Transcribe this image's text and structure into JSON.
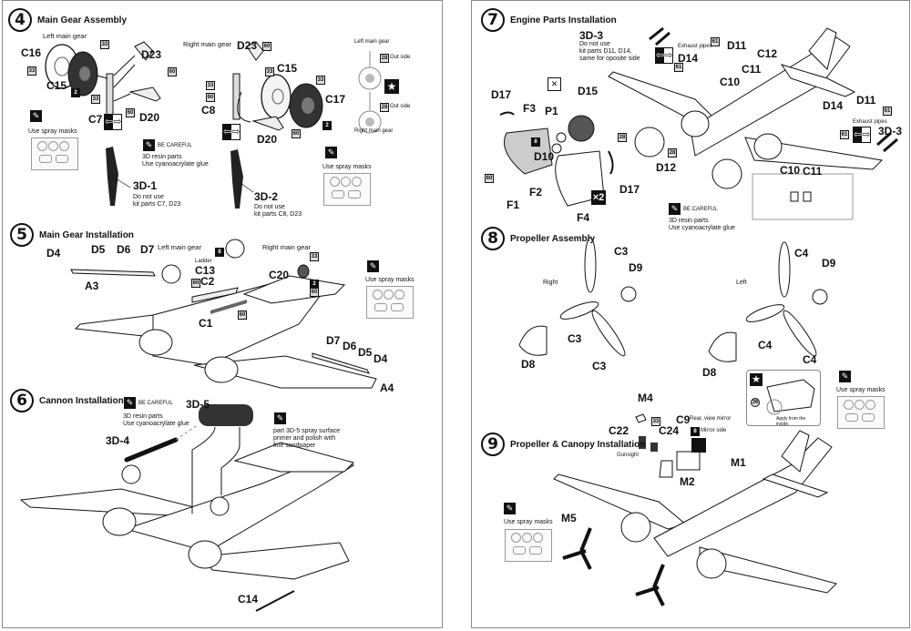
{
  "left_page": {
    "step4": {
      "number": "4",
      "title": "Main Gear Assembly",
      "left_gear_label": "Left main gear",
      "right_gear_label": "Right main gear",
      "parts_left": {
        "c16": "C16",
        "c15": "C15",
        "c7": "C7",
        "d23": "D23",
        "d20": "D20"
      },
      "parts_right": {
        "d23": "D23",
        "c15": "C15",
        "c17": "C17",
        "c8": "C8",
        "d20": "D20"
      },
      "color_codes": {
        "c33": "33",
        "c2": "2",
        "c60": "60",
        "c28": "28"
      },
      "spray_masks_label": "Use spray masks",
      "be_careful_label": "BE CAREFUL",
      "resin_note_line1": "3D resin parts",
      "resin_note_line2": "Use cyanoacrylate glue",
      "part_3d1": {
        "id": "3D-1",
        "line1": "Do not use",
        "line2": "kit parts C7, D23"
      },
      "part_3d2": {
        "id": "3D-2",
        "line1": "Do not use",
        "line2": "kit parts C8, D23"
      },
      "detail": {
        "left_label": "Left main gear",
        "right_label": "Right main gear",
        "out_side": "Out side",
        "code": "28"
      }
    },
    "step5": {
      "number": "5",
      "title": "Main Gear Installation",
      "parts": {
        "d4": "D4",
        "d5": "D5",
        "d6": "D6",
        "d7": "D7",
        "a3": "A3",
        "a4": "A4",
        "c13": "C13",
        "c2": "C2",
        "c1": "C1",
        "c20": "C20"
      },
      "left_gear_label": "Left main gear",
      "right_gear_label": "Right main gear",
      "ladder_label": "Ladder",
      "codes": {
        "c8": "8",
        "c60": "60",
        "c33": "33",
        "c2": "2"
      },
      "spray_masks_label": "Use spray masks"
    },
    "step6": {
      "number": "6",
      "title": "Cannon Installation",
      "be_careful_label": "BE CAREFUL",
      "resin_note_line1": "3D resin parts",
      "resin_note_line2": "Use cyanoacrylate glue",
      "part_3d4": "3D-4",
      "part_3d5": "3D-5",
      "spray_note_line1": "part 3D-5 spray surface",
      "spray_note_line2": "primer and polish with",
      "spray_note_line3": "fine sandpaper",
      "part_c14": "C14"
    }
  },
  "right_page": {
    "step7": {
      "number": "7",
      "title": "Engine Parts Installation",
      "part_3d3": {
        "id": "3D-3",
        "line1": "Do not use",
        "line2": "kit parts D11, D14,",
        "line3": "same for oposite side"
      },
      "exhaust_pipes_label": "Exhaust pipes",
      "parts": {
        "d11": "D11",
        "d14": "D14",
        "c12": "C12",
        "c11": "C11",
        "c10": "C10",
        "d17": "D17",
        "f3": "F3",
        "p1": "P1",
        "d15": "D15",
        "d10": "D10",
        "f2": "F2",
        "f1": "F1",
        "f4": "F4",
        "d12": "D12"
      },
      "codes": {
        "c61": "61",
        "c28": "28",
        "c8": "8",
        "c60": "60"
      },
      "multiplier": "×2",
      "be_careful_label": "BE CAREFUL",
      "resin_note_line1": "3D resin parts",
      "resin_note_line2": "Use cyanoacrylate glue",
      "detail_parts": {
        "c10": "C10",
        "c11": "C11"
      }
    },
    "step8": {
      "number": "8",
      "title": "Propeller Assembly",
      "right_label": "Right",
      "left_label": "Left",
      "right_parts": {
        "c3a": "C3",
        "c3b": "C3",
        "c3c": "C3",
        "d9": "D9",
        "d8": "D8"
      },
      "left_parts": {
        "c4a": "C4",
        "c4b": "C4",
        "c4c": "C4",
        "d9": "D9",
        "d8": "D8"
      }
    },
    "step9": {
      "number": "9",
      "title": "Propeller & Canopy Installation",
      "parts": {
        "m4": "M4",
        "c22": "C22",
        "c24": "C24",
        "c9": "C9",
        "m2": "M2",
        "m1": "M1",
        "m5": "M5"
      },
      "gunsight_label": "Gunsight",
      "rear_view_mirror_label": "Rear, view mirror",
      "mirror_side_label": "Mirror side",
      "codes": {
        "c33": "33",
        "c8": "8",
        "c36": "36"
      },
      "apply_inside_label": "Apply from the inside.",
      "spray_masks_label": "Use spray masks"
    }
  },
  "icons": {
    "spray": "✎",
    "star": "★",
    "arrow_swap": "⇦",
    "no_glue": "✕"
  }
}
